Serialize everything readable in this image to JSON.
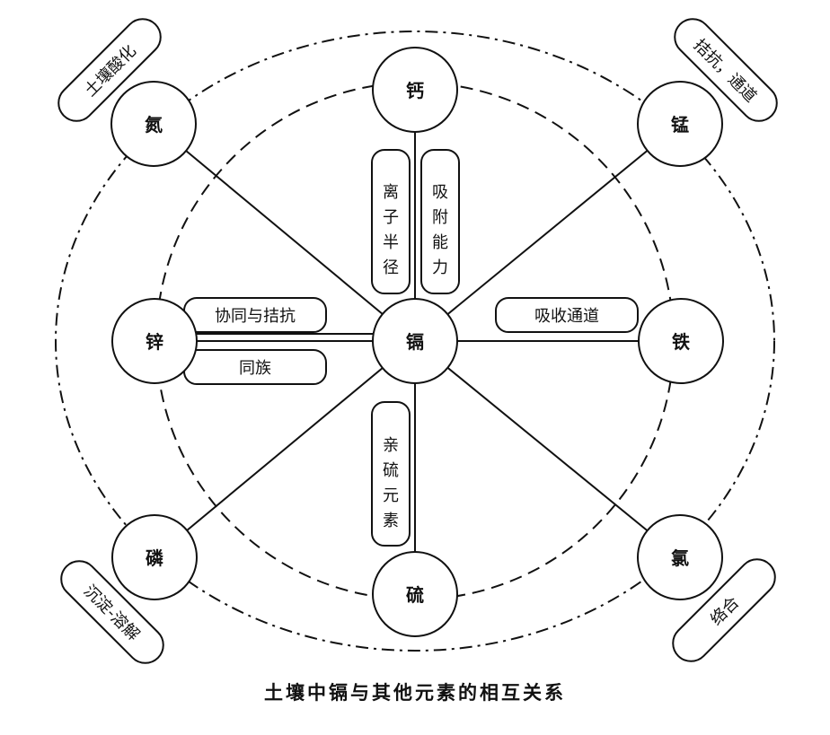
{
  "diagram": {
    "center": "镉",
    "elements": {
      "ca": "钙",
      "mn": "锰",
      "fe": "铁",
      "cl": "氯",
      "s": "硫",
      "p": "磷",
      "zn": "锌",
      "n": "氮"
    },
    "relations": {
      "ionic_radius": "离子半径",
      "adsorption": "吸附能力",
      "uptake_channel": "吸收通道",
      "synergy_antagonism": "协同与拮抗",
      "same_group": "同族",
      "thiophile": "亲硫元素",
      "antagonism_channel": "拮抗，通道",
      "complexation": "络合",
      "precipitation": "沉淀-溶解",
      "acidification": "土壤酸化"
    }
  },
  "caption": "土壤中镉与其他元素的相互关系"
}
